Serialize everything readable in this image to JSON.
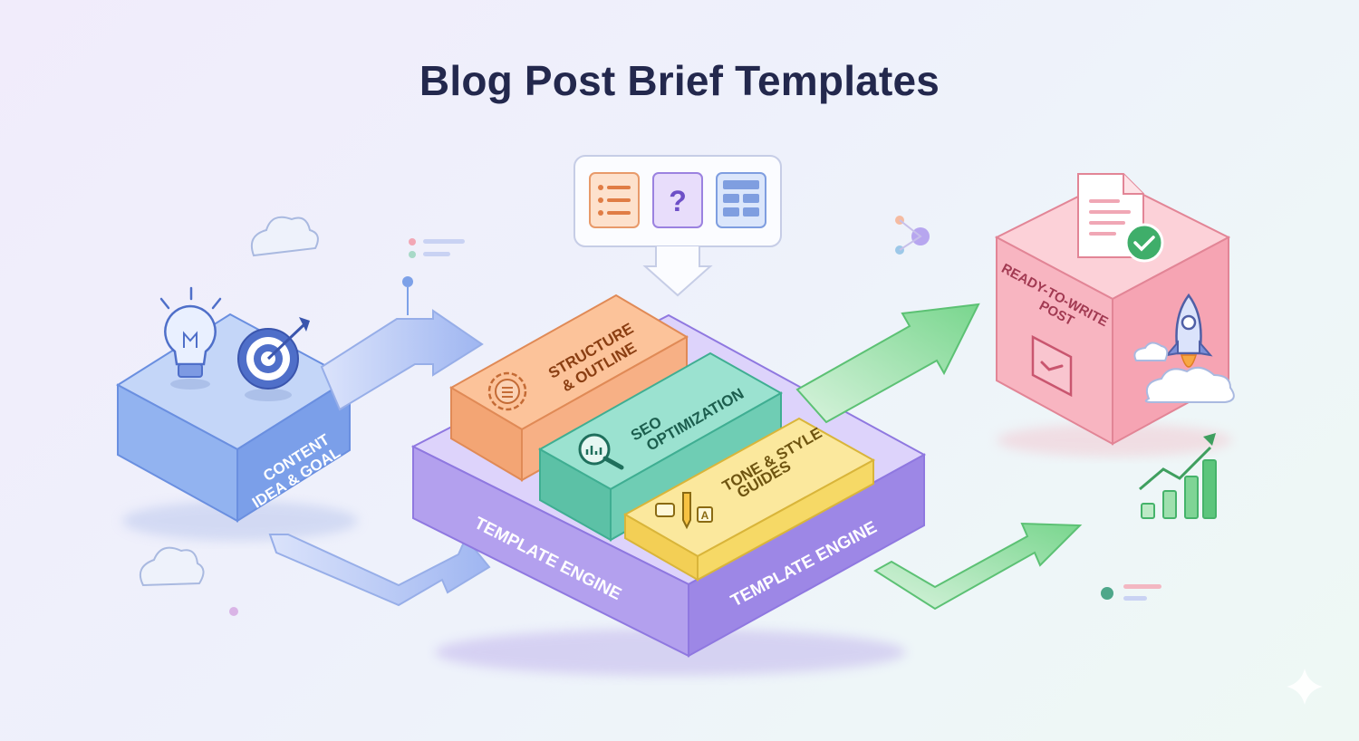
{
  "title": "Blog Post Brief Templates",
  "input_block": {
    "label_line1": "CONTENT",
    "label_line2": "IDEA & GOAL",
    "color": "#7fa7ec"
  },
  "engine": {
    "label_left": "TEMPLATE ENGINE",
    "label_right": "TEMPLATE ENGINE",
    "color": "#a996e8"
  },
  "templates": [
    {
      "line1": "STRUCTURE",
      "line2": "& OUTLINE",
      "color": "#f6a877",
      "icon": "gear-list-icon"
    },
    {
      "line1": "SEO",
      "line2": "OPTIMIZATION",
      "color": "#6ccdb7",
      "icon": "magnifier-chart-icon"
    },
    {
      "line1": "TONE & STYLE",
      "line2": "GUIDES",
      "color": "#f9dd72",
      "icon": "pencil-chat-icon"
    }
  ],
  "output_block": {
    "line1": "READY-TO-WRITE",
    "line2": "POST",
    "color": "#f6a9b6"
  },
  "callout_icons": [
    "list-icon",
    "question-icon",
    "layout-icon"
  ],
  "callout_question_glyph": "?",
  "tone_badge_glyph": "A"
}
